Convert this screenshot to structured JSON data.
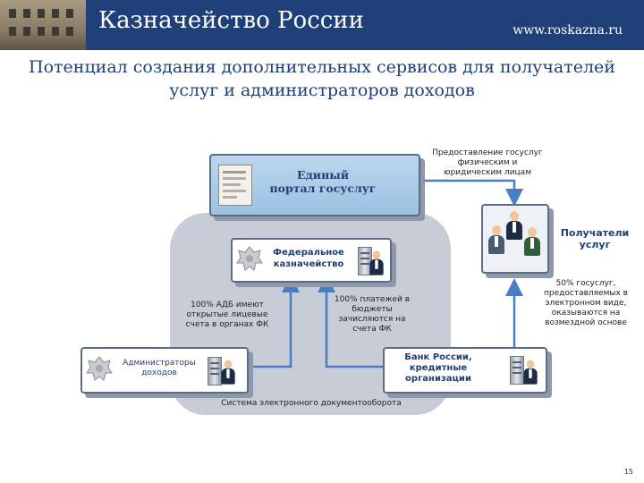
{
  "header": {
    "title": "Казначейство России",
    "url": "www.roskazna.ru"
  },
  "slide": {
    "title_line1": "Потенциал создания дополнительных сервисов для получателей",
    "title_line2": "услуг и администраторов доходов",
    "page_number": "15"
  },
  "nodes": {
    "portal": {
      "line1": "Единый",
      "line2": "портал госуслуг"
    },
    "treasury": {
      "line1": "Федеральное",
      "line2": "казначейство"
    },
    "recipients": {
      "line1": "Получатели",
      "line2": "услуг"
    },
    "administrators": {
      "line1": "Администраторы",
      "line2": "доходов"
    },
    "banks": {
      "line1": "Банк России,",
      "line2": "кредитные",
      "line3": "организации"
    }
  },
  "annotations": {
    "gov_services": [
      "Предоставление госуслуг",
      "физическим и",
      "юридическим лицам"
    ],
    "adb_accounts": [
      "100% АДБ имеют",
      "открытые лицевые",
      "счета в органах ФК"
    ],
    "payments": [
      "100% платежей в",
      "бюджеты",
      "зачисляются на",
      "счета ФК"
    ],
    "paid_services": [
      "50% госуслуг,",
      "предоставляемых в",
      "электронном виде,",
      "оказываются на",
      "возмездной основе"
    ],
    "edo_system": "Система электронного документооборота"
  },
  "colors": {
    "header_bg": "#1f3f78",
    "title_text": "#1f3f78",
    "background_panel": "#c7ccd6",
    "portal_box": "#9cc1e2",
    "arrow": "#4a7ec4"
  }
}
